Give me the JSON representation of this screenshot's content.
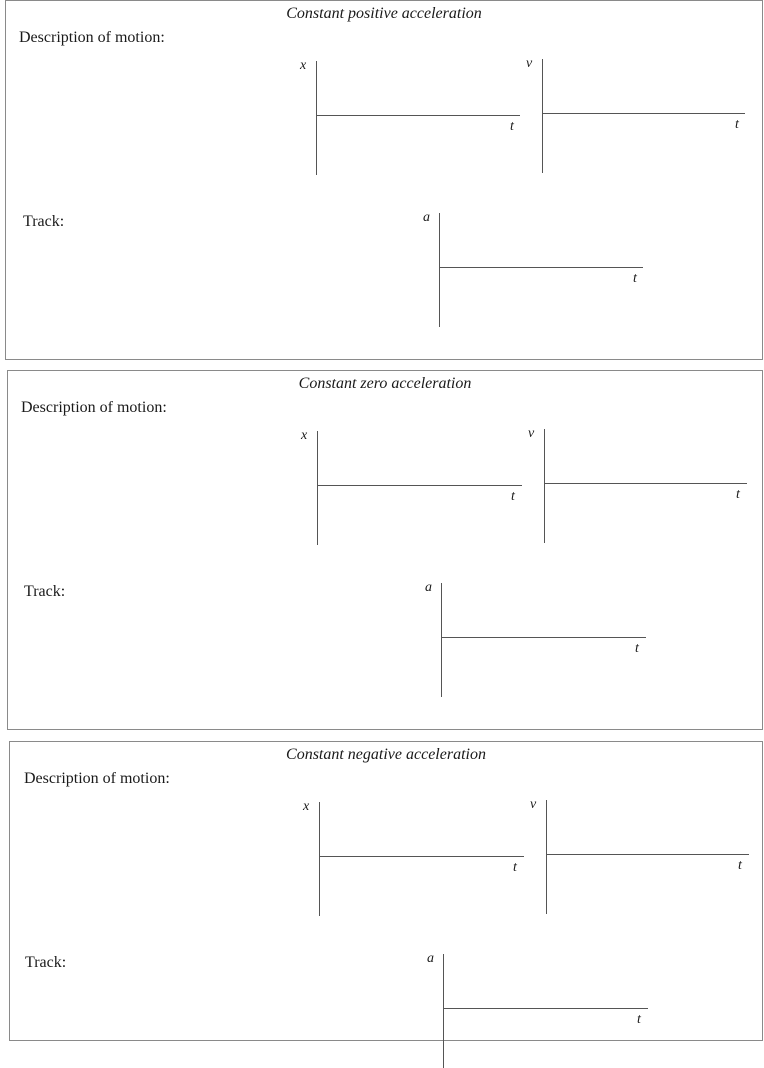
{
  "labels": {
    "description": "Description of motion:",
    "track": "Track:"
  },
  "axes": {
    "x": "x",
    "v": "v",
    "a": "a",
    "t": "t"
  },
  "panels": [
    {
      "title": "Constant positive acceleration"
    },
    {
      "title": "Constant zero acceleration"
    },
    {
      "title": "Constant negative acceleration"
    }
  ]
}
